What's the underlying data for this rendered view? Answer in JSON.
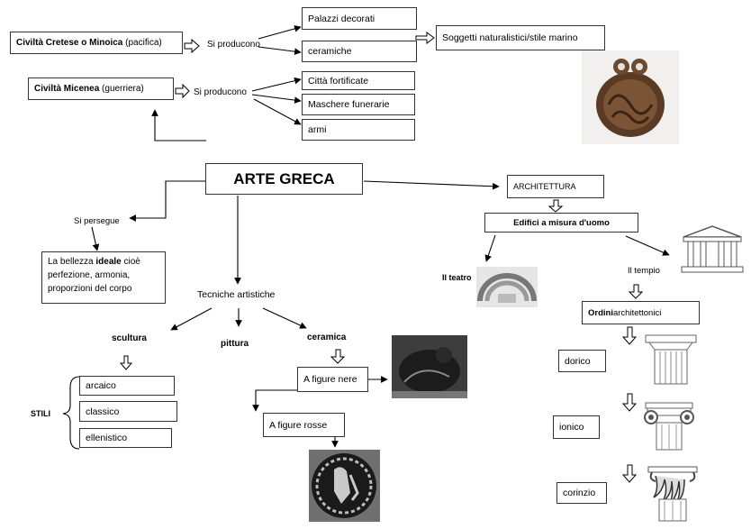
{
  "title": "ARTE GRECA",
  "cretese": {
    "name": "Civiltà Cretese o Minoica",
    "note": "(pacifica)",
    "produce": "Si producono",
    "items": [
      "Palazzi decorati",
      "ceramiche"
    ],
    "subject": "Soggetti naturalistici/stile marino"
  },
  "micenea": {
    "name": "Civiltà Micenea",
    "note": "(guerriera)",
    "produce": "Si producono",
    "items": [
      "Città fortificate",
      "Maschere funerarie",
      "armi"
    ]
  },
  "persegue": {
    "label": "Si persegue",
    "line1_a": "La bellezza ",
    "line1_b": "ideale",
    "line1_c": " cioè",
    "line2": "perfezione, armonia,",
    "line3": "proporzioni del corpo"
  },
  "tecniche": {
    "label": "Tecniche artistiche",
    "scultura": "scultura",
    "pittura": "pittura",
    "ceramica": "ceramica",
    "stili_label": "STILI",
    "stili": [
      "arcaico",
      "classico",
      "ellenistico"
    ],
    "figure_nere": "A figure nere",
    "figure_rosse": "A figure rosse"
  },
  "architettura": {
    "label": "ARCHITETTURA",
    "edifici": "Edifici a misura d'uomo",
    "teatro": "Il teatro",
    "tempio": "Il tempio",
    "ordini_a": "Ordini",
    "ordini_b": " architettonici",
    "ordini": [
      "dorico",
      "ionico",
      "corinzio"
    ]
  }
}
